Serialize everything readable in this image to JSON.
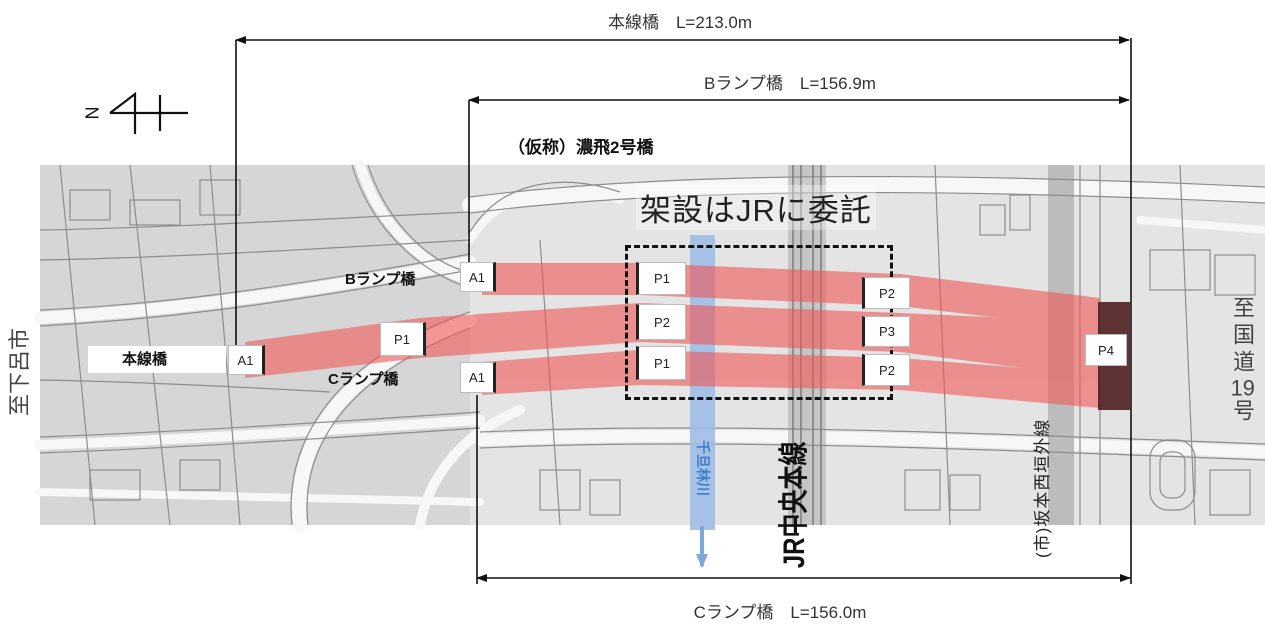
{
  "diagram": {
    "title": "（仮称）濃飛2号橋",
    "note": "架設はJRに委託",
    "north_label": "N"
  },
  "dimensions": {
    "main": "本線橋　L=213.0m",
    "b_ramp": "Bランプ橋　L=156.9m",
    "c_ramp": "Cランプ橋　L=156.0m"
  },
  "bridges": {
    "main": "本線橋",
    "b_ramp": "Bランプ橋",
    "c_ramp": "Cランプ橋"
  },
  "piers": {
    "main": [
      "A1",
      "P1",
      "P2",
      "P3",
      "P4"
    ],
    "b_ramp": [
      "A1",
      "P1",
      "P2"
    ],
    "c_ramp": [
      "A1",
      "P1",
      "P2"
    ]
  },
  "features": {
    "river": "千旦林川",
    "railway": "JR中央本線",
    "road": "(市)坂本西垣外線"
  },
  "directions": {
    "west": "至下呂市",
    "east": "至国道19号"
  },
  "colors": {
    "bridge": "#f05656",
    "river": "#9dbde6",
    "river_label": "#3f7fcf",
    "p4_block": "#4e1f1f",
    "line": "#111111"
  }
}
